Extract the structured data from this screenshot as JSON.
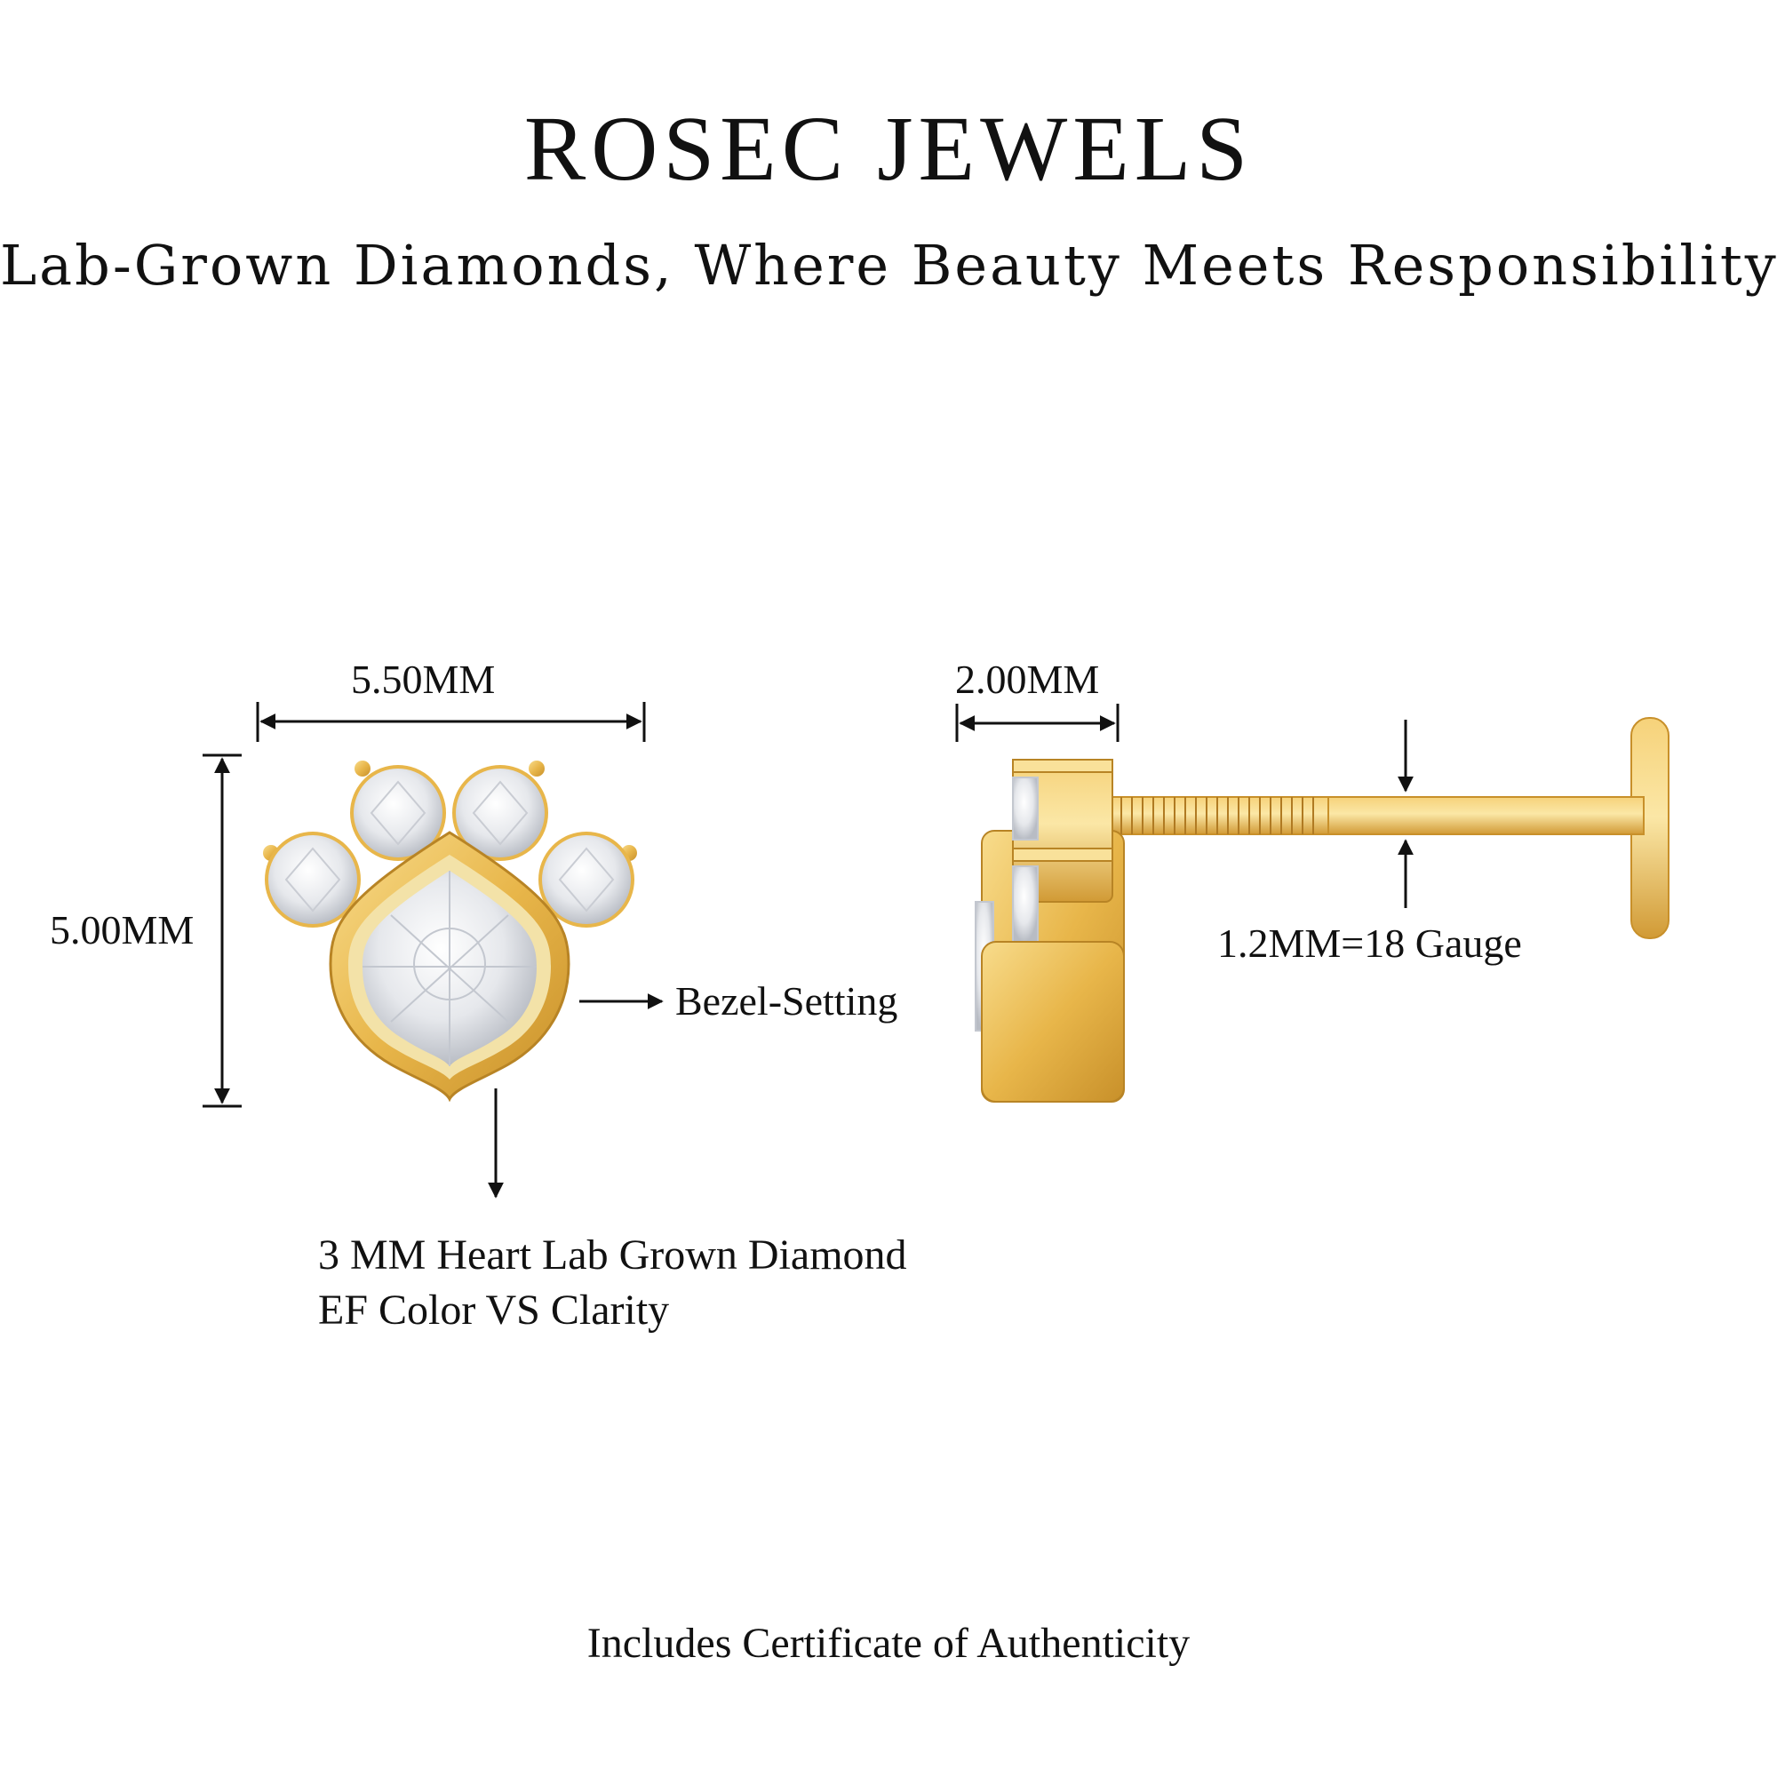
{
  "header": {
    "brand": "ROSEC JEWELS",
    "tagline": "Lab-Grown Diamonds, Where Beauty Meets Responsibility"
  },
  "front_view": {
    "width_label": "5.50MM",
    "height_label": "5.00MM",
    "setting_label": "Bezel-Setting",
    "stone_line1": "3 MM Heart Lab Grown Diamond",
    "stone_line2": "EF Color VS Clarity"
  },
  "side_view": {
    "depth_label": "2.00MM",
    "gauge_label": "1.2MM=18 Gauge"
  },
  "footer": {
    "certificate": "Includes Certificate of Authenticity"
  },
  "colors": {
    "gold": "#e8b64a",
    "gold_dark": "#c8902a",
    "gold_light": "#f8dc8c",
    "diamond": "#eef0f3",
    "text": "#111111"
  },
  "icons": [
    "paw-earring-front-illustration",
    "earring-side-illustration",
    "arrow-icon"
  ]
}
